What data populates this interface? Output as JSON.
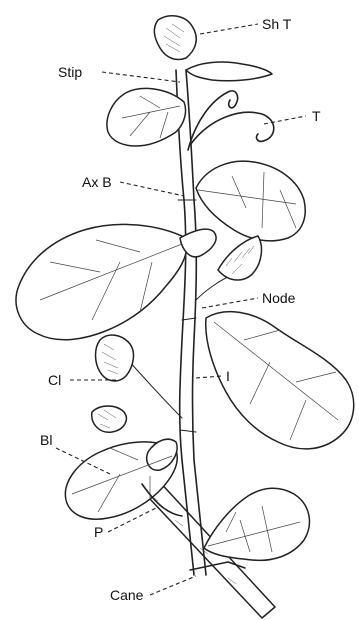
{
  "labels": {
    "shoot_tip": "Sh T",
    "stipule": "Stip",
    "tendril": "T",
    "axillary_bud": "Ax B",
    "node": "Node",
    "cluster": "Cl",
    "internode": "I",
    "blade": "Bl",
    "petiole": "P",
    "cane": "Cane"
  }
}
